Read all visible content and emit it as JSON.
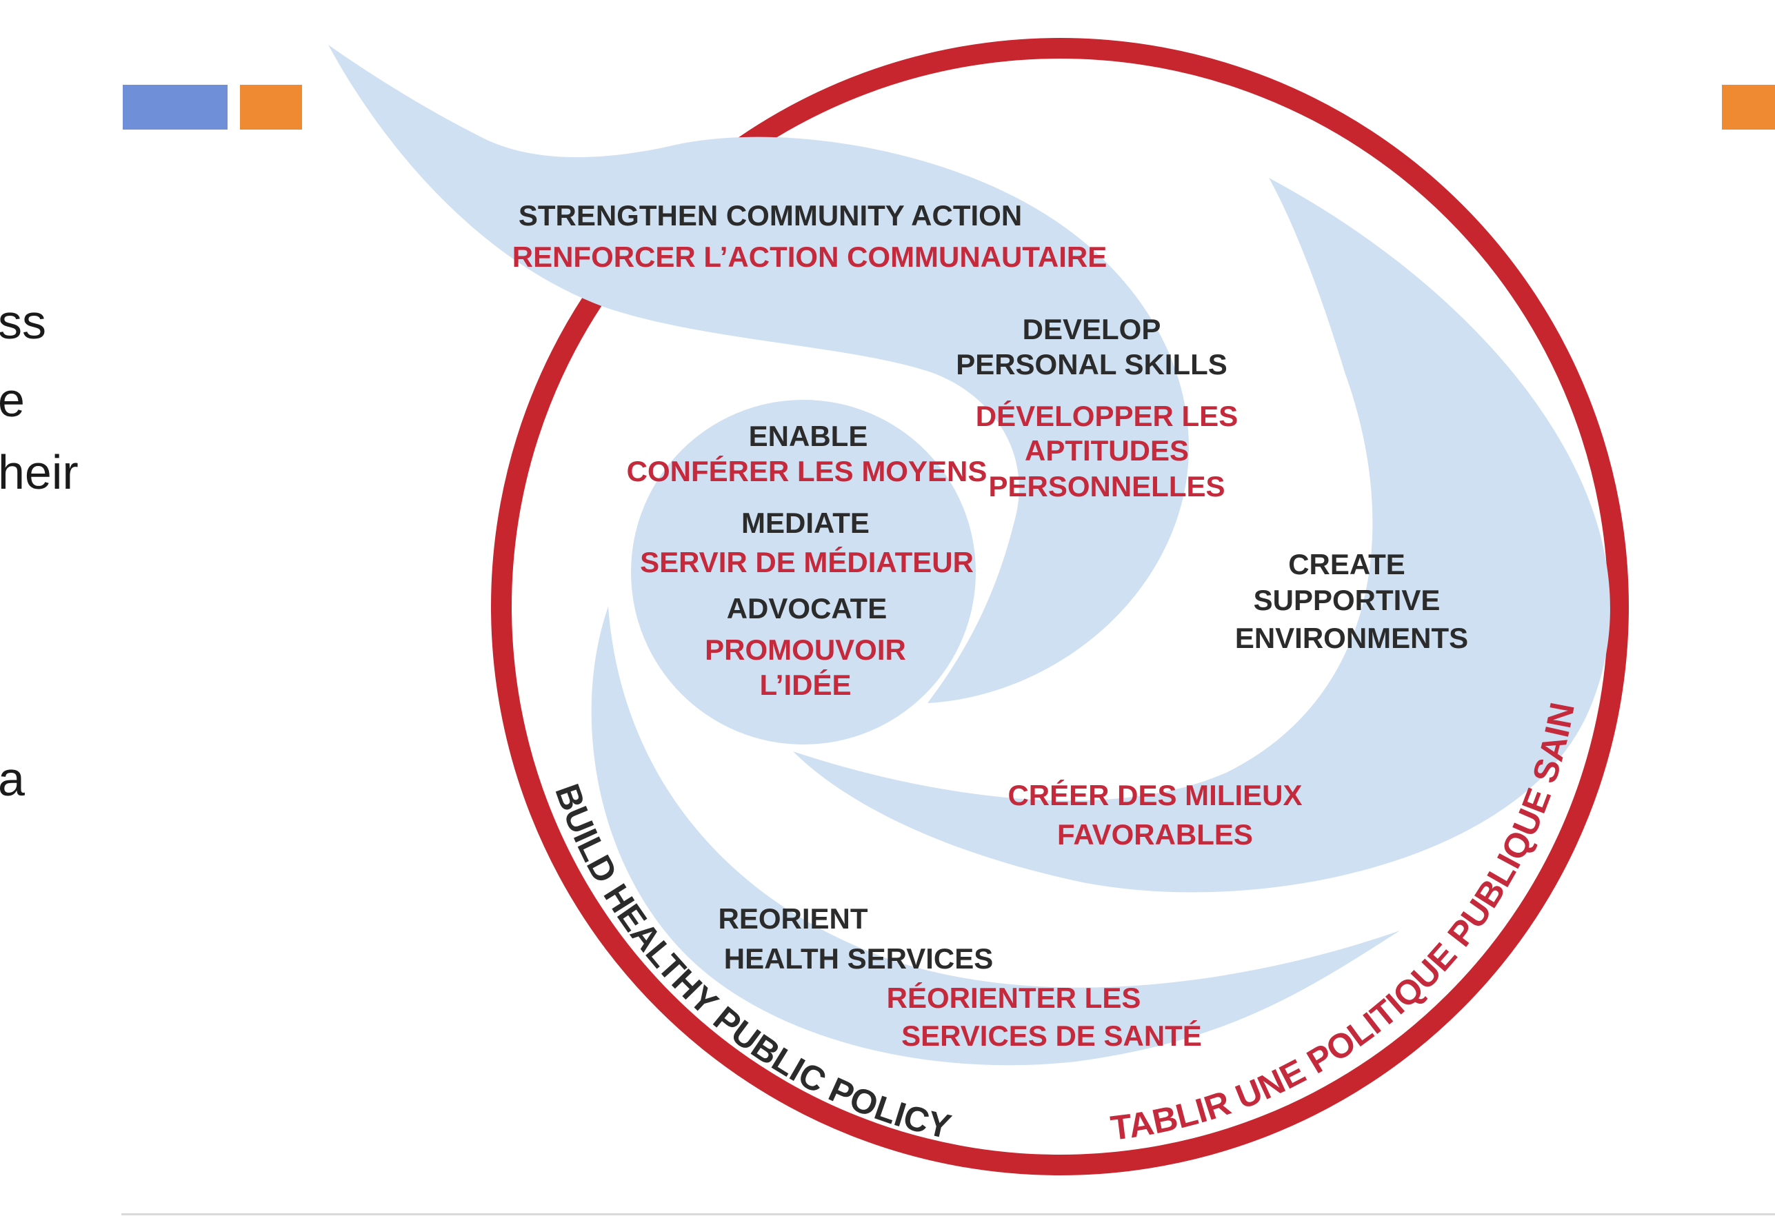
{
  "colors": {
    "ring": "#c8262f",
    "swirl": "#cfe0f2",
    "english_text": "#2b2b2b",
    "french_text": "#c42a3c",
    "bar_blue": "#6f8fd8",
    "bar_orange": "#ef8a32"
  },
  "side_text_fragments": [
    "ss",
    "e",
    "heir",
    "a"
  ],
  "labels": {
    "community_en": "STRENGTHEN COMMUNITY ACTION",
    "community_fr": "RENFORCER L’ACTION COMMUNAUTAIRE",
    "skills_en_1": "DEVELOP",
    "skills_en_2": "PERSONAL SKILLS",
    "skills_fr_1": "DÉVELOPPER LES",
    "skills_fr_2": "APTITUDES",
    "skills_fr_3": "PERSONNELLES",
    "enable_en": "ENABLE",
    "enable_fr": "CONFÉRER LES MOYENS",
    "mediate_en": "MEDIATE",
    "mediate_fr": "SERVIR DE MÉDIATEUR",
    "advocate_en": "ADVOCATE",
    "advocate_fr_1": "PROMOUVOIR",
    "advocate_fr_2": "L’IDÉE",
    "env_en_1": "CREATE",
    "env_en_2": "SUPPORTIVE",
    "env_en_3": "ENVIRONMENTS",
    "env_fr_1": "CRÉER DES MILIEUX",
    "env_fr_2": "FAVORABLES",
    "health_en_1": "REORIENT",
    "health_en_2": "HEALTH SERVICES",
    "health_fr_1": "RÉORIENTER LES",
    "health_fr_2": "SERVICES DE SANTÉ",
    "policy_en": "BUILD HEALTHY PUBLIC POLICY",
    "policy_fr": "ÉTABLIR UNE POLITIQUE PUBLIQUE SAINE"
  }
}
